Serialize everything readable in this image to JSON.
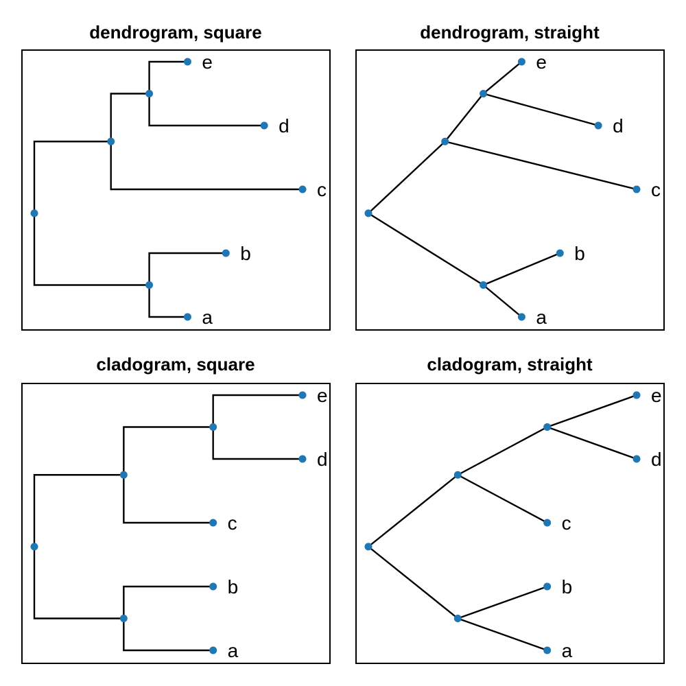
{
  "figure": {
    "background": "#ffffff"
  },
  "colors": {
    "node_dot": "#1f77b4",
    "edge": "#000000",
    "panel_border": "#000000",
    "text": "#000000"
  },
  "panels": [
    {
      "title": "dendrogram, square",
      "tree_style": "dendrogram",
      "edge_style": "square"
    },
    {
      "title": "dendrogram, straight",
      "tree_style": "dendrogram",
      "edge_style": "straight"
    },
    {
      "title": "cladogram, square",
      "tree_style": "cladogram",
      "edge_style": "square"
    },
    {
      "title": "cladogram, straight",
      "tree_style": "cladogram",
      "edge_style": "straight"
    }
  ],
  "chart_data": {
    "type": "tree",
    "subplots": "2x2 grid; same tree rendered 4 ways (dendrogram/cladogram x square/straight edges)",
    "newick": "(((e:1,d:3):1,c:5):2,(b:2,a:1):3);",
    "leaf_order_top_to_bottom": [
      "e",
      "d",
      "c",
      "b",
      "a"
    ],
    "root_id": "root",
    "nodes": {
      "root": {
        "parent": null,
        "branch_length": 0,
        "children": [
          "edc",
          "ab"
        ],
        "label": ""
      },
      "edc": {
        "parent": "root",
        "branch_length": 2,
        "children": [
          "ed",
          "c"
        ],
        "label": ""
      },
      "ed": {
        "parent": "edc",
        "branch_length": 1,
        "children": [
          "e",
          "d"
        ],
        "label": ""
      },
      "ab": {
        "parent": "root",
        "branch_length": 3,
        "children": [
          "b",
          "a"
        ],
        "label": ""
      },
      "e": {
        "parent": "ed",
        "branch_length": 1,
        "children": [],
        "label": "e"
      },
      "d": {
        "parent": "ed",
        "branch_length": 3,
        "children": [],
        "label": "d"
      },
      "c": {
        "parent": "edc",
        "branch_length": 5,
        "children": [],
        "label": "c"
      },
      "b": {
        "parent": "ab",
        "branch_length": 2,
        "children": [],
        "label": "b"
      },
      "a": {
        "parent": "ab",
        "branch_length": 1,
        "children": [],
        "label": "a"
      }
    }
  }
}
